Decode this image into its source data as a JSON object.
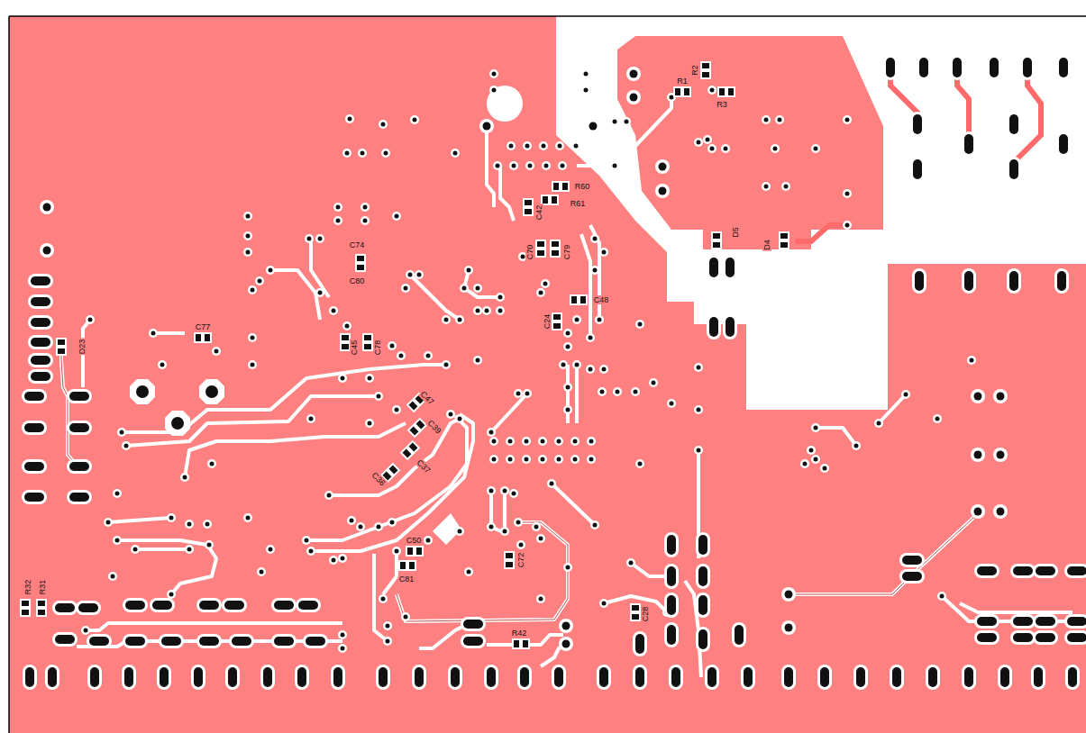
{
  "diagram": {
    "labels": [
      "R1",
      "R2",
      "R3",
      "R60",
      "R61",
      "C42",
      "C70",
      "C79",
      "C48",
      "C24",
      "D5",
      "D4",
      "C74",
      "C80",
      "C77",
      "D23",
      "C45",
      "C78",
      "C47",
      "C39",
      "C37",
      "C36",
      "C50",
      "C81",
      "C72",
      "C28",
      "R42",
      "R32",
      "R31"
    ]
  }
}
